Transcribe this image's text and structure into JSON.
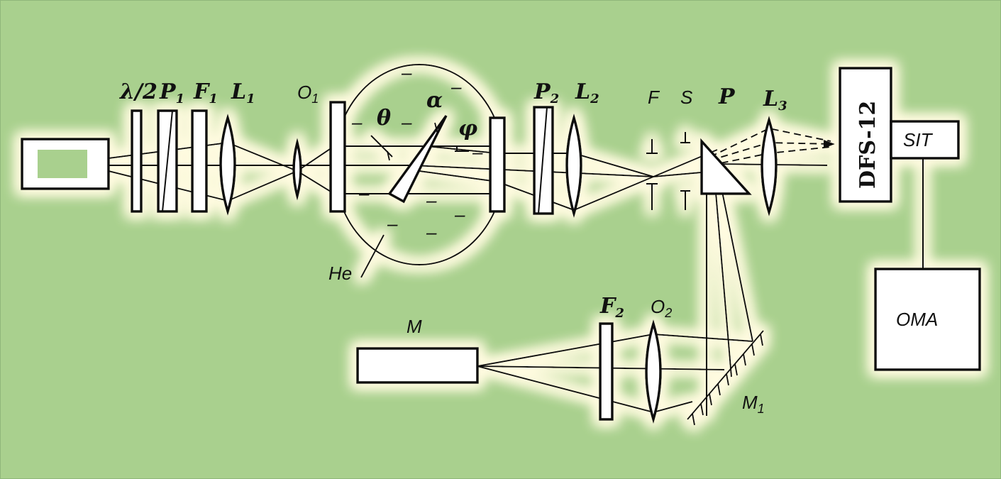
{
  "labels": {
    "half_wave": "λ/2",
    "p1": "P",
    "p1_sub": "1",
    "f1": "F",
    "f1_sub": "1",
    "l1": "L",
    "l1_sub": "1",
    "o1": "O",
    "o1_sub": "1",
    "theta": "θ",
    "alpha": "α",
    "phi": "φ",
    "he": "He",
    "p2": "P",
    "p2_sub": "2",
    "l2": "L",
    "l2_sub": "2",
    "f": "F",
    "s": "S",
    "p": "P",
    "l3": "L",
    "l3_sub": "3",
    "dfs": "DFS-12",
    "sit": "SIT",
    "oma": "OMA",
    "m": "M",
    "f2": "F",
    "f2_sub": "2",
    "o2": "O",
    "o2_sub": "2",
    "m1": "M",
    "m1_sub": "1",
    "ion_mark": "–"
  },
  "colors": {
    "background": "#a9d08e",
    "glow": "#fffbe0",
    "ink": "#111111"
  }
}
